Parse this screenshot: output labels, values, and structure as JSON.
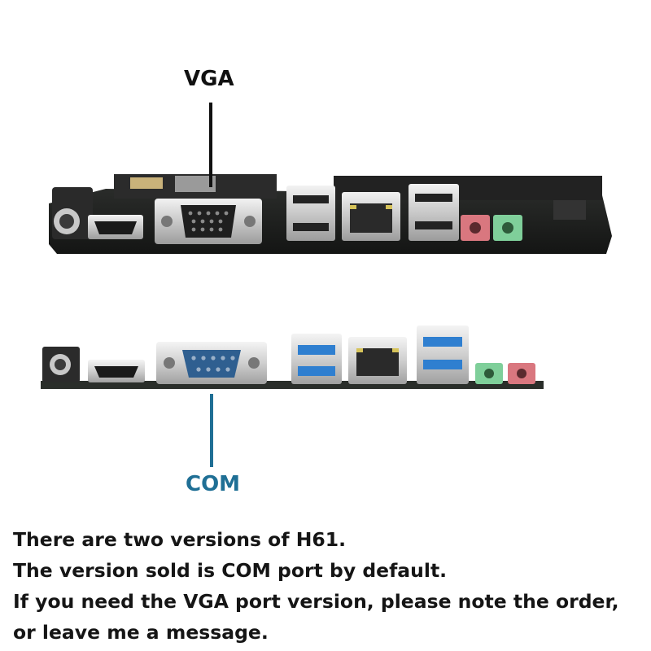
{
  "callouts": {
    "vga": "VGA",
    "com": "COM"
  },
  "notes": [
    "There are two versions of H61.",
    "The version sold is COM port by default.",
    "If you need the VGA port version, please note the order,",
    "or leave me a message."
  ],
  "colors": {
    "vga_pointer": "#111111",
    "com_pointer": "#1f6f95",
    "pcb": "#1b1d1b",
    "usb3": "#2f7fd0",
    "audio_green": "#7fcf9a",
    "audio_pink": "#d9777f"
  }
}
